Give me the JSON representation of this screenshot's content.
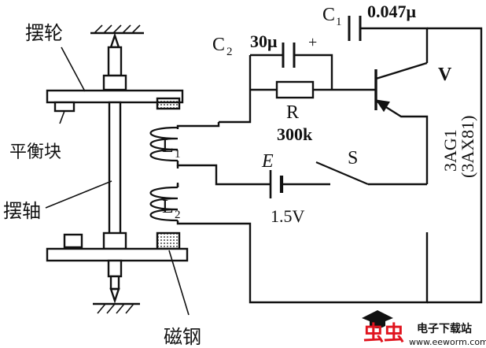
{
  "labels": {
    "balance_wheel": "摆轮",
    "balance_block": "平衡块",
    "shaft": "摆轴",
    "magnet": "磁钢",
    "c1": "C",
    "c1_sub": "1",
    "c1_val": "0.047μ",
    "c2": "C",
    "c2_sub": "2",
    "c2_val": "30μ",
    "c2_plus": "+",
    "r": "R",
    "r_val": "300k",
    "v": "V",
    "transistor_1": "3AG1",
    "transistor_2": "(3AX81)",
    "l1": "L",
    "l1_sub": "1",
    "l2": "L",
    "l2_sub": "2",
    "e": "E",
    "e_val": "1.5V",
    "s": "S"
  },
  "watermark": {
    "logo": "虫虫",
    "name": "电子下载站",
    "url": "www.eeworm.com",
    "color": "#e0141e"
  }
}
